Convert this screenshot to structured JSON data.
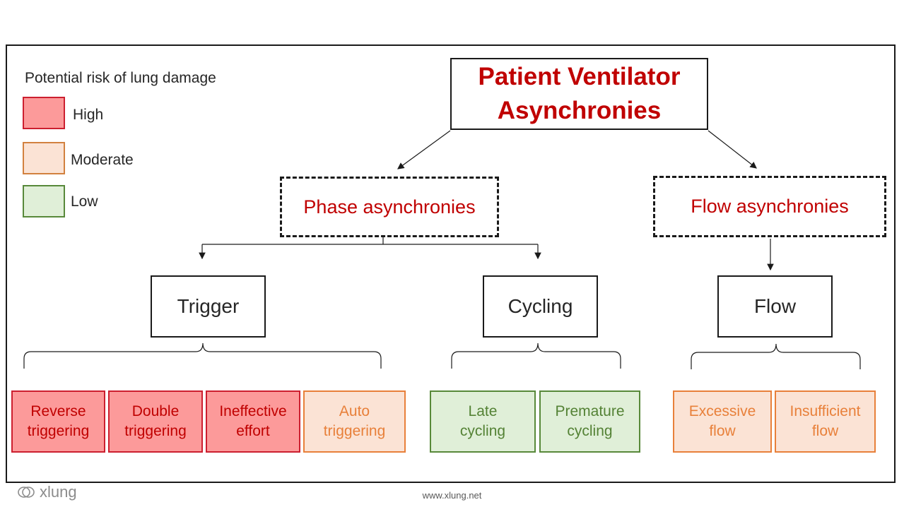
{
  "legend": {
    "title": "Potential risk of lung damage",
    "items": [
      {
        "label": "High",
        "color": "#fc9a9a"
      },
      {
        "label": "Moderate",
        "color": "#fbe3d5"
      },
      {
        "label": "Low",
        "color": "#e0efd8"
      }
    ]
  },
  "diagram": {
    "title": "Patient Ventilator Asynchronies",
    "phase_label": "Phase asynchronies",
    "flow_async_label": "Flow asynchronies",
    "trigger_label": "Trigger",
    "cycling_label": "Cycling",
    "flow_label": "Flow",
    "leaves": {
      "reverse": "Reverse\ntriggering",
      "double": "Double\ntriggering",
      "ineffective": "Ineffective\neffort",
      "auto": "Auto\ntriggering",
      "late": "Late\ncycling",
      "premature": "Premature\ncycling",
      "excessive": "Excessive\nflow",
      "insufficient": "Insufficient\nflow"
    }
  },
  "branding": {
    "logo_text": "xlung",
    "footer_url": "www.xlung.net"
  },
  "colors": {
    "title_red": "#c00000",
    "high_border": "#cc1f2f",
    "moderate_text": "#e8803a",
    "low_text": "#548235"
  }
}
